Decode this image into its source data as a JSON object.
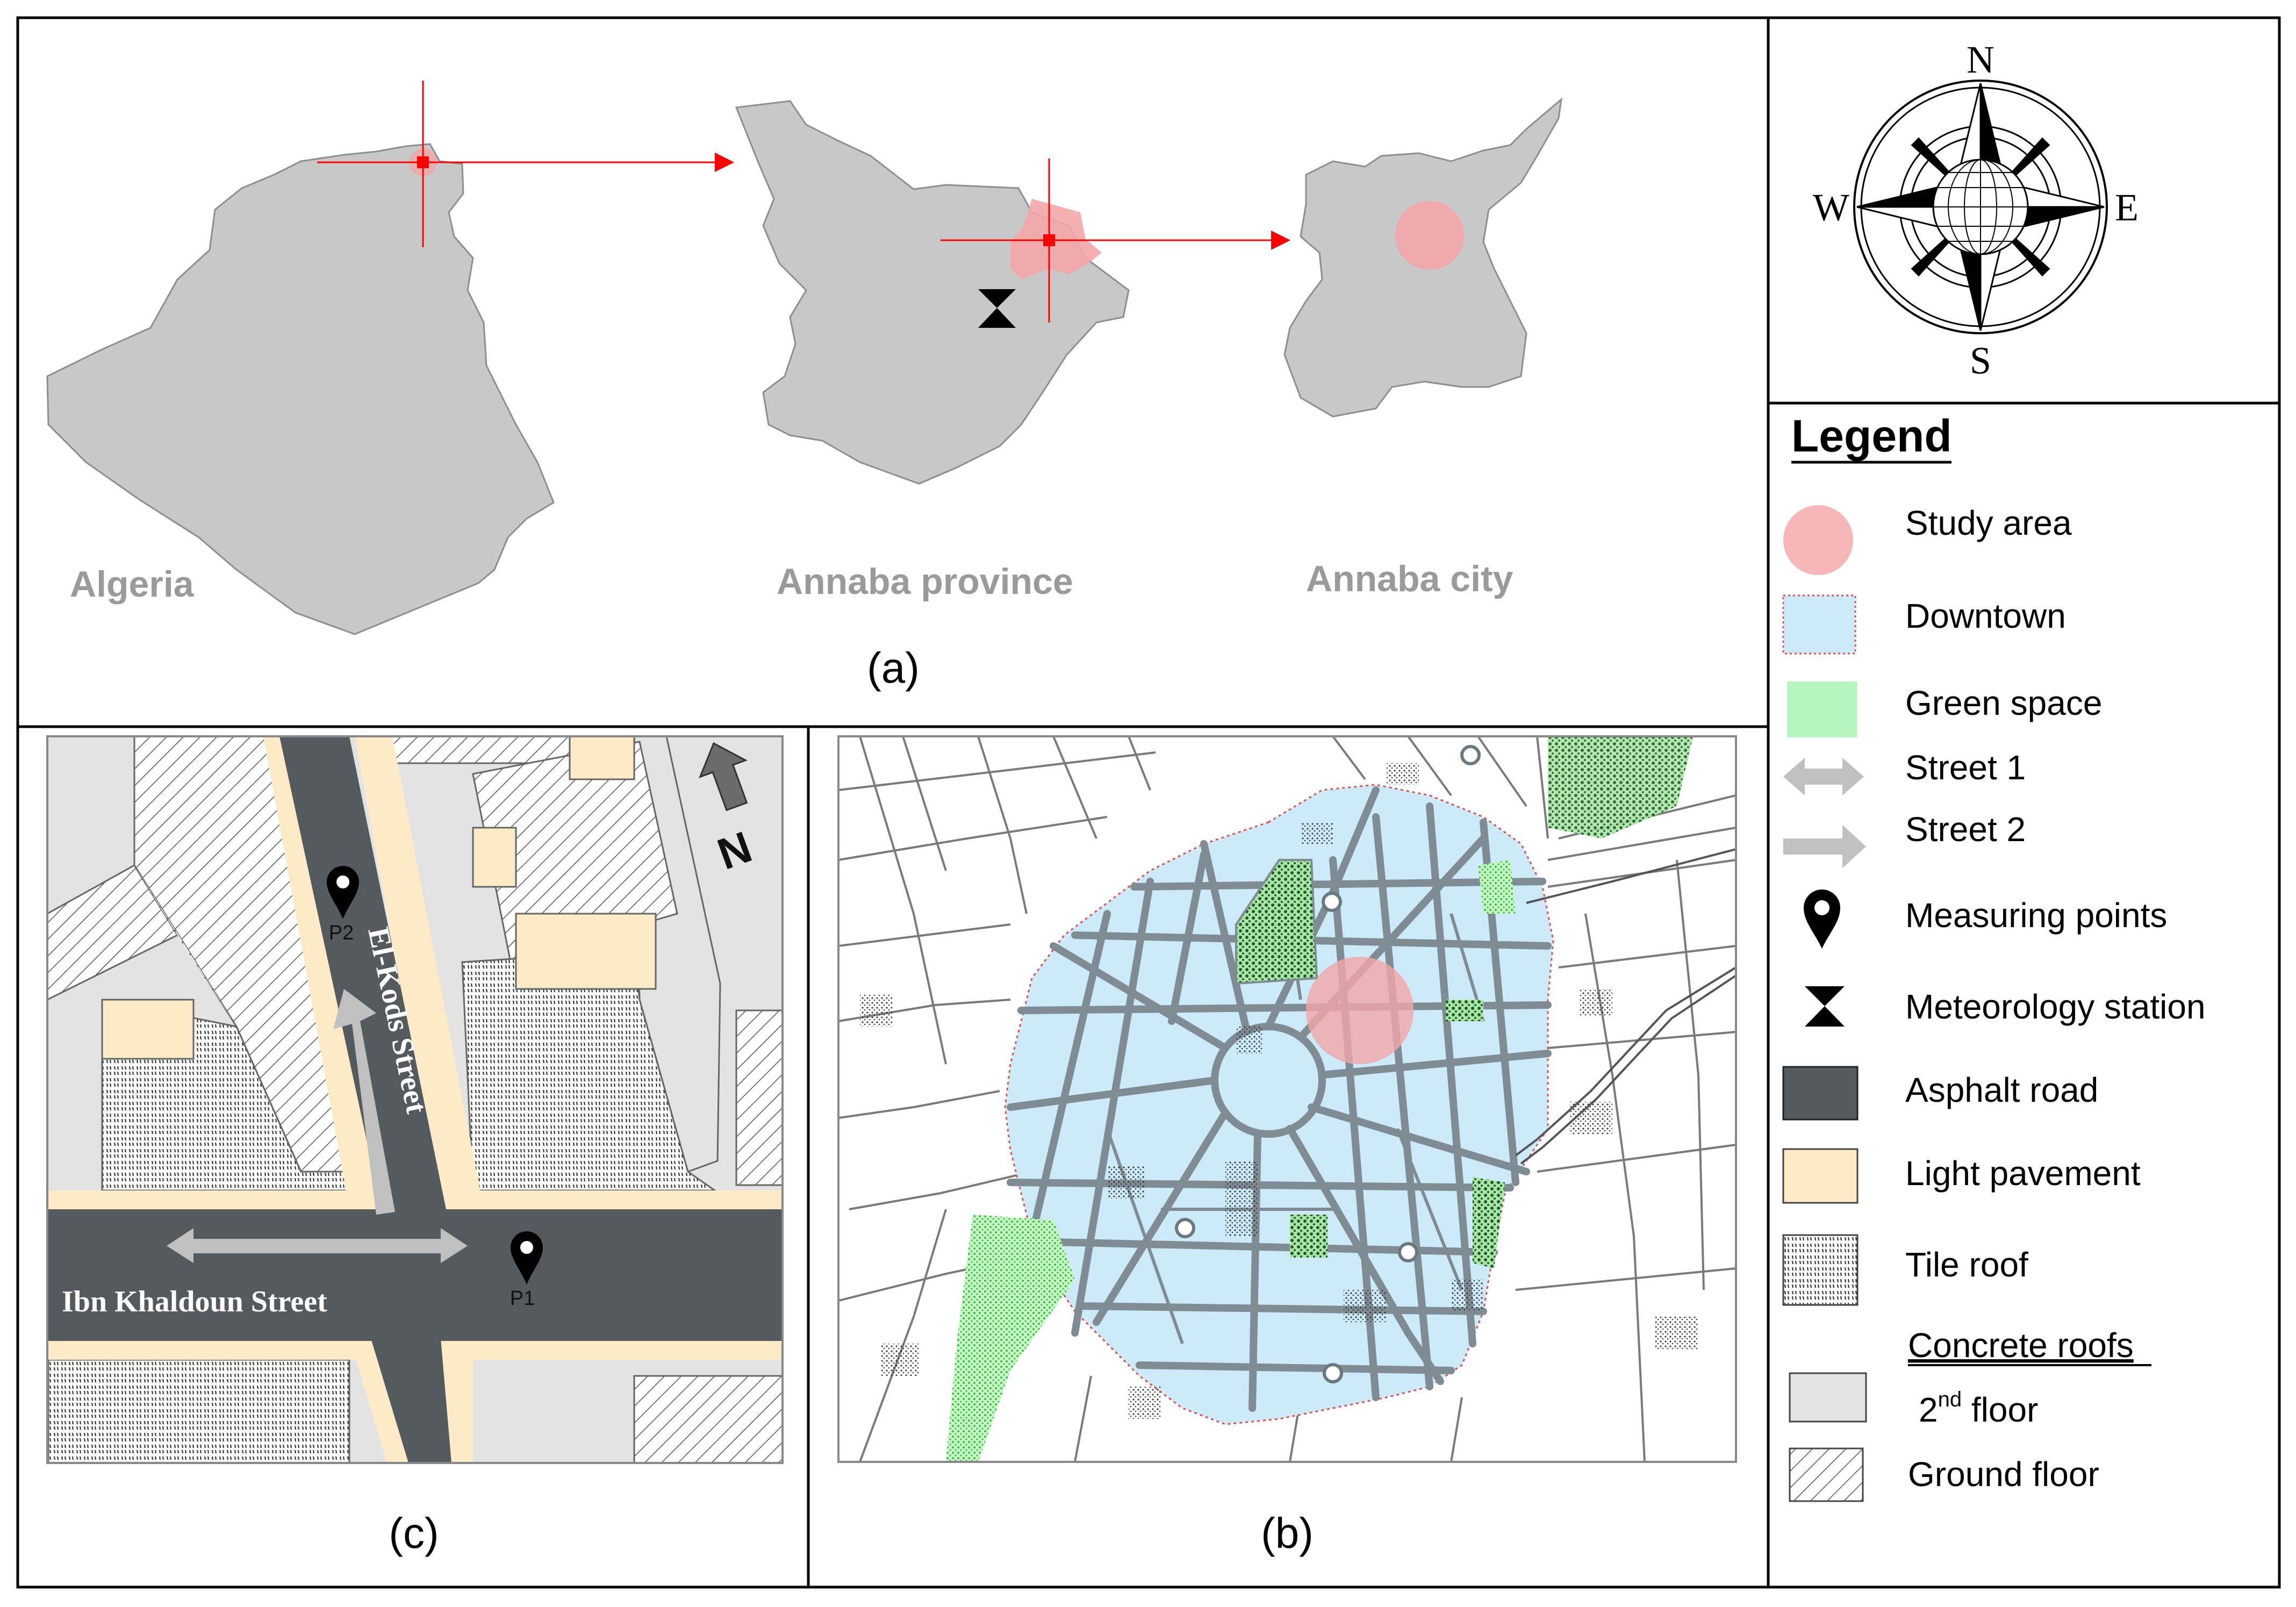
{
  "panel_a": {
    "caption": "(a)",
    "algeria_label": "Algeria",
    "province_label": "Annaba province",
    "city_label": "Annaba city"
  },
  "panel_b": {
    "caption": "(b)"
  },
  "panel_c": {
    "caption": "(c)",
    "street_vertical": "El-Kods Street",
    "street_horizontal": "Ibn Khaldoun Street",
    "p1": "P1",
    "p2": "P2",
    "north": "N"
  },
  "compass": {
    "n": "N",
    "s": "S",
    "e": "E",
    "w": "W"
  },
  "legend": {
    "title": "Legend",
    "study_area": "Study area",
    "downtown": "Downtown",
    "green_space": "Green space",
    "street1": "Street 1",
    "street2": "Street 2",
    "measuring_points": "Measuring points",
    "meteorology_station": "Meteorology station",
    "asphalt_road": "Asphalt road",
    "light_pavement": "Light pavement",
    "tile_roof": "Tile roof",
    "concrete_roofs": "Concrete roofs",
    "second_floor": "2",
    "second_floor_sup": "nd",
    "second_floor_rest": " floor",
    "ground_floor": "Ground floor"
  },
  "colors": {
    "land_gray": "#c8c8c8",
    "study_area": "#f3a6a8",
    "downtown": "#cdeaf8",
    "green": "#b7f5bf",
    "asphalt": "#555a5e",
    "pavement": "#fdebc8",
    "concrete": "#e3e3e3",
    "red": "#ff0000"
  }
}
